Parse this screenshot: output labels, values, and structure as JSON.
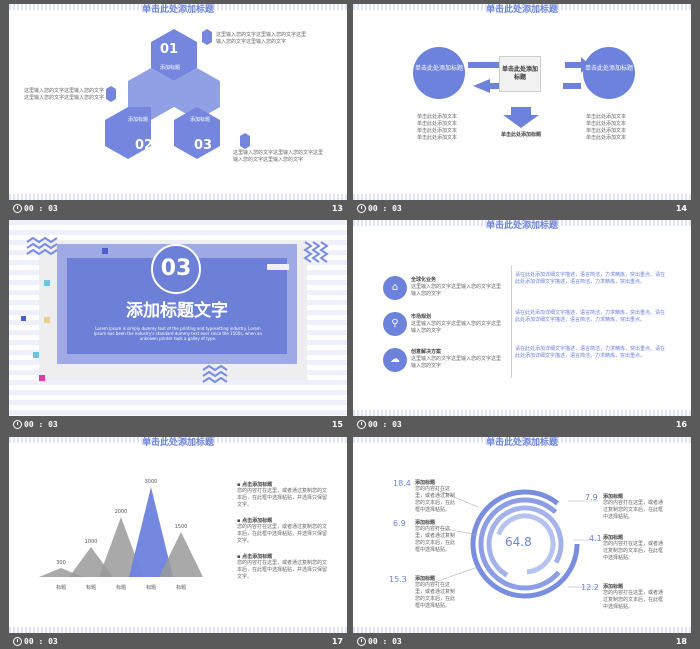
{
  "slides": [
    {
      "number": "13",
      "time": "00 : 03",
      "header": "单击此处添加标题",
      "hex": {
        "one": "01",
        "two": "02",
        "three": "03",
        "label_top": "添加标题",
        "label_left": "添加标题",
        "label_right": "添加标题"
      },
      "text_top": "这里输入您的文字这里输入您的文字这里输入您的文字这里输入您的文字",
      "text_left": "这里输入您的文字这里输入您的文字这里输入您的文字这里输入您的文字",
      "text_bottom": "这里输入您的文字这里输入您的文字这里输入您的文字这里输入您的文字"
    },
    {
      "number": "14",
      "time": "00 : 03",
      "header": "单击此处添加标题",
      "left_circle": "单击此处添加标题",
      "right_circle": "单击此处添加标题",
      "center_box": "单击此处添加标题",
      "center_caption": "单击此处添加标题",
      "left_text": "单击此处添加文本单击此处添加文本单击此处添加文本单击此处添加文本",
      "right_text": "单击此处添加文本单击此处添加文本单击此处添加文本单击此处添加文本"
    },
    {
      "number": "15",
      "time": "00 : 03",
      "section_number": "03",
      "section_title": "添加标题文字",
      "section_sub": "Lorem Ipsum is simply dummy text of the printing and typesetting industry. Lorem Ipsum has been the industry's standard dummy text ever since the 1500s, when an unknown printer took a galley of type."
    },
    {
      "number": "16",
      "time": "00 : 03",
      "header": "单击此处添加标题",
      "items": [
        {
          "title": "全球化业务",
          "icon": "home-icon"
        },
        {
          "title": "市场规划",
          "icon": "pin-icon"
        },
        {
          "title": "创意解决方案",
          "icon": "cloud-icon"
        }
      ],
      "item_text": "这里输入您的文字这里输入您的文字这里输入您的文字",
      "right_text": "请在此处添加详细文字描述，语言简洁，力求精炼，突出重点。请在此处添加详细文字描述，语言简洁，力求精炼，突出重点。"
    },
    {
      "number": "17",
      "time": "00 : 03",
      "header": "单击此处添加标题",
      "bullets": [
        {
          "title": "点击添加标题",
          "text": "您的内容打在这里，或者通过复制您的文本后，在此框中选择粘贴，并选择只保留文字。"
        },
        {
          "title": "点击添加标题",
          "text": "您的内容打在这里，或者通过复制您的文本后，在此框中选择粘贴，并选择只保留文字。"
        },
        {
          "title": "点击添加标题",
          "text": "您的内容打在这里，或者通过复制您的文本后，在此框中选择粘贴，并选择只保留文字。"
        }
      ]
    },
    {
      "number": "18",
      "time": "00 : 03",
      "header": "单击此处添加标题",
      "center_value": "64.8",
      "labels": [
        {
          "value": "18.4",
          "title": "添加标题"
        },
        {
          "value": "6.9",
          "title": "添加标题"
        },
        {
          "value": "15.3",
          "title": "添加标题"
        },
        {
          "value": "7.9",
          "title": "添加标题"
        },
        {
          "value": "4.1",
          "title": "添加标题"
        },
        {
          "value": "12.2",
          "title": "添加标题"
        }
      ],
      "label_text": "您的内容打在这里，或者通过复制您的文本后，在此框中选择粘贴。"
    }
  ],
  "chart_data": {
    "type": "area",
    "categories": [
      "标题",
      "标题",
      "标题",
      "标题",
      "标题"
    ],
    "values": [
      300,
      1000,
      2000,
      3000,
      1500
    ]
  },
  "colors": {
    "accent": "#6c82dc",
    "accent_light": "#a3b2ea",
    "gray": "#9a9a9a",
    "background": "#5a5a5a"
  }
}
